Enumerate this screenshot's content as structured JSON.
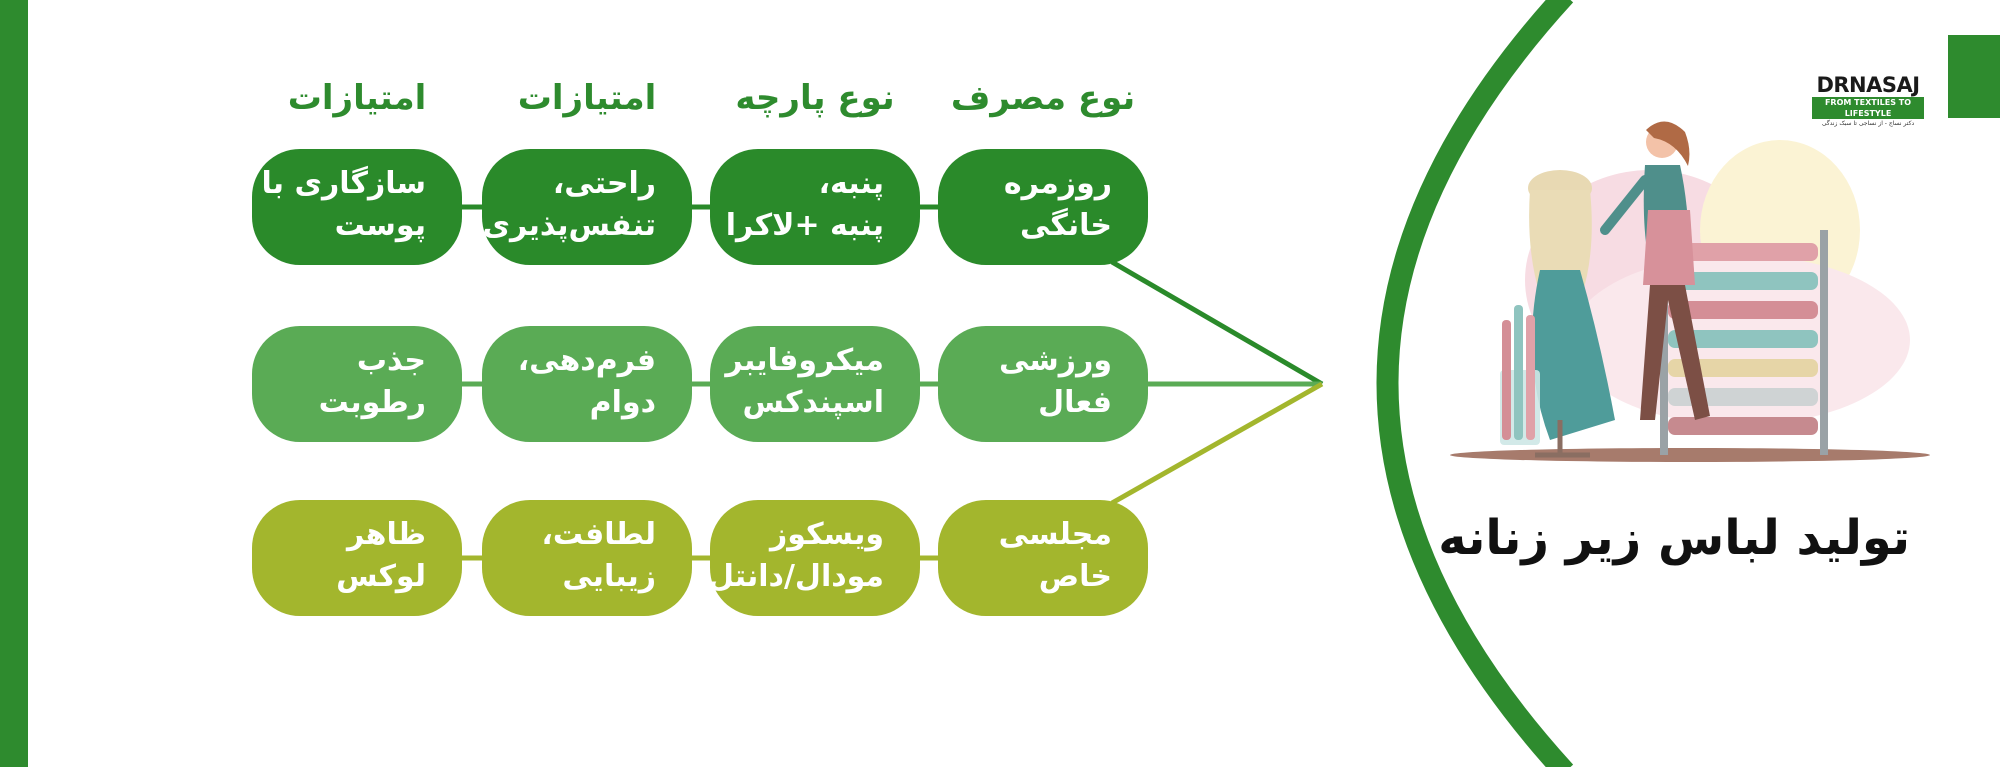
{
  "colors": {
    "primary_green": "#2e8b2e",
    "row1": "#2a8a2a",
    "row2": "#5aab55",
    "row3": "#a3b62d",
    "title": "#111111"
  },
  "logo": {
    "wordmark": "DRNASAJ",
    "tagline": "FROM TEXTILES TO LIFESTYLE",
    "subtitle": "دکتر نساج - از نساجی تا سبک زندگی"
  },
  "title": "تولید لباس زیر زنانه",
  "illustration": {
    "icon": "tailor-woman-mannequin-fabric-rack-illustration"
  },
  "headers": [
    "نوع مصرف",
    "نوع پارچه",
    "امتیازات",
    "امتیازات"
  ],
  "rows": [
    {
      "usage": [
        "روزمره",
        "خانگی"
      ],
      "fabric": [
        "پنبه،",
        "پنبه +لاکرا"
      ],
      "advantage1": [
        "راحتی،",
        "تنفس‌پذیری"
      ],
      "advantage2": [
        "سازگاری با",
        "پوست"
      ]
    },
    {
      "usage": [
        "ورزشی",
        "فعال"
      ],
      "fabric": [
        "میکروفایبر",
        "اسپندکس"
      ],
      "advantage1": [
        "فرم‌دهی،",
        "دوام"
      ],
      "advantage2": [
        "جذب",
        "رطوبت"
      ]
    },
    {
      "usage": [
        "مجلسی",
        "خاص"
      ],
      "fabric": [
        "ویسکوز",
        "مودال/دانتل"
      ],
      "advantage1": [
        "لطافت،",
        "زیبایی"
      ],
      "advantage2": [
        "ظاهر",
        "لوکس"
      ]
    }
  ]
}
